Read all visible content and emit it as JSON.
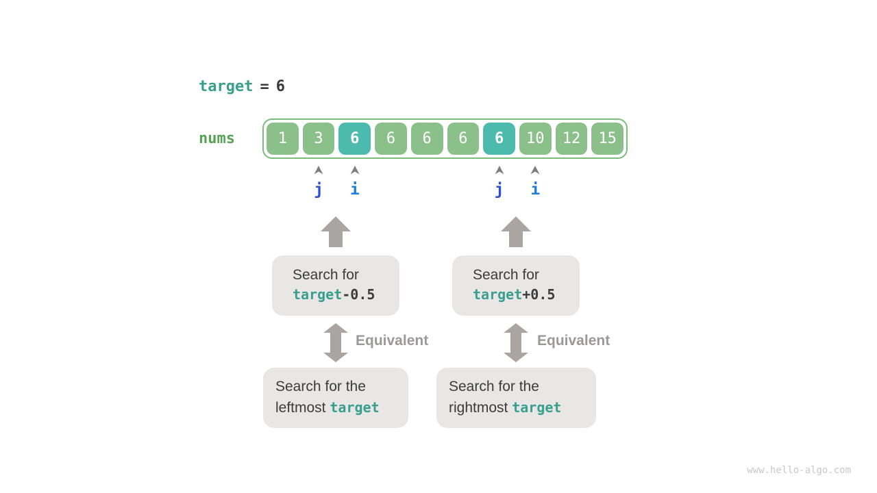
{
  "assignment": {
    "keyword": "target",
    "operator": "=",
    "value": "6"
  },
  "array": {
    "label": "nums",
    "cells": [
      {
        "value": "1",
        "highlighted": false
      },
      {
        "value": "3",
        "highlighted": false
      },
      {
        "value": "6",
        "highlighted": true
      },
      {
        "value": "6",
        "highlighted": false
      },
      {
        "value": "6",
        "highlighted": false
      },
      {
        "value": "6",
        "highlighted": false
      },
      {
        "value": "6",
        "highlighted": true
      },
      {
        "value": "10",
        "highlighted": false
      },
      {
        "value": "12",
        "highlighted": false
      },
      {
        "value": "15",
        "highlighted": false
      }
    ]
  },
  "pointers": [
    {
      "label": "j",
      "cell_index": 1,
      "variant": "j"
    },
    {
      "label": "i",
      "cell_index": 2,
      "variant": "i"
    },
    {
      "label": "j",
      "cell_index": 6,
      "variant": "j"
    },
    {
      "label": "i",
      "cell_index": 7,
      "variant": "i"
    }
  ],
  "flows": [
    {
      "search_line1": "Search for",
      "search_code": "target",
      "search_suffix": "-0.5",
      "equivalent_label": "Equivalent",
      "result_line1": "Search for the",
      "result_plain": "leftmost ",
      "result_code": "target"
    },
    {
      "search_line1": "Search for",
      "search_code": "target",
      "search_suffix": "+0.5",
      "equivalent_label": "Equivalent",
      "result_line1": "Search for the",
      "result_plain": "rightmost ",
      "result_code": "target"
    }
  ],
  "watermark": "www.hello-algo.com",
  "colors": {
    "code_teal": "#389E8E",
    "code_green": "#55A455",
    "text_dark": "#3B3B3B",
    "cell_green": "#8CC08A",
    "cell_teal": "#4DBAAE",
    "array_border": "#7ABE7A",
    "arrow_gray": "#A9A5A2",
    "equivalent_gray": "#9B9998",
    "box_gray": "#E8E7E6",
    "pointer_j_blue": "#2E4FD3",
    "pointer_i_blue": "#1E7FD6",
    "caret_gray": "#7F7F7F",
    "watermark_gray": "#C9C9C9"
  }
}
